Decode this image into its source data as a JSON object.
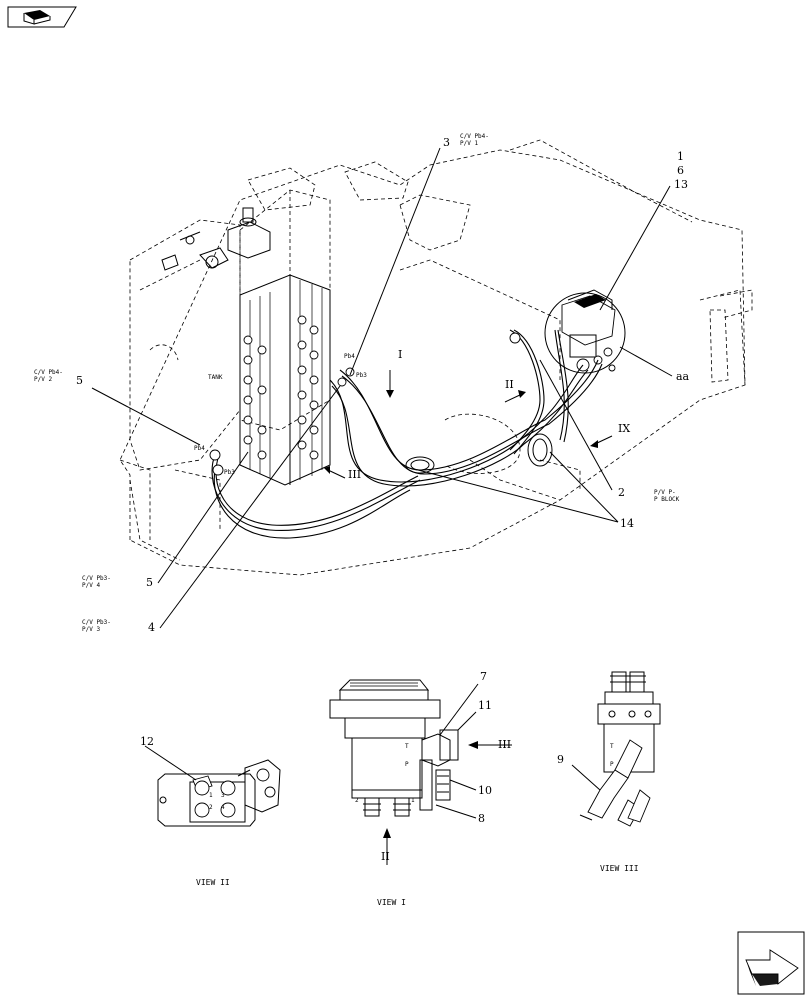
{
  "callouts": {
    "n1": "1",
    "n6": "6",
    "n13": "13",
    "n3": "3",
    "n5a": "5",
    "n5b": "5",
    "n4": "4",
    "n2": "2",
    "n14": "14",
    "n7": "7",
    "n11": "11",
    "n10": "10",
    "n8": "8",
    "n12": "12",
    "n9": "9",
    "aa": "aa"
  },
  "port_labels": {
    "cv_pb4_pv1_a": "C/V Pb4-",
    "cv_pb4_pv1_b": "P/V 1",
    "cv_pb4_pv2_a": "C/V Pb4-",
    "cv_pb4_pv2_b": "P/V 2",
    "cv_pb3_pv4_a": "C/V Pb3-",
    "cv_pb3_pv4_b": "P/V 4",
    "cv_pb3_pv3_a": "C/V Pb3-",
    "cv_pb3_pv3_b": "P/V 3",
    "pv_p_pblock_a": "P/V P-",
    "pv_p_pblock_b": "P BLOCK",
    "tank": "TANK",
    "pb4_right": "Pb4",
    "pb3_right": "Pb3",
    "pb4_left": "Pb4",
    "pb3_left": "Pb3",
    "port_t1": "T",
    "port_p1": "P",
    "port_t2": "T",
    "port_p2": "P",
    "port_2": "2",
    "port_1": "1",
    "port_3": "3",
    "port_4": "4"
  },
  "view_arrows": {
    "i": "I",
    "ii": "II",
    "iii": "III",
    "iv": "IX",
    "ii_bottom": "II",
    "iii_side": "III"
  },
  "view_titles": {
    "view_i": "VIEW I",
    "view_ii": "VIEW II",
    "view_iii": "VIEW III"
  }
}
